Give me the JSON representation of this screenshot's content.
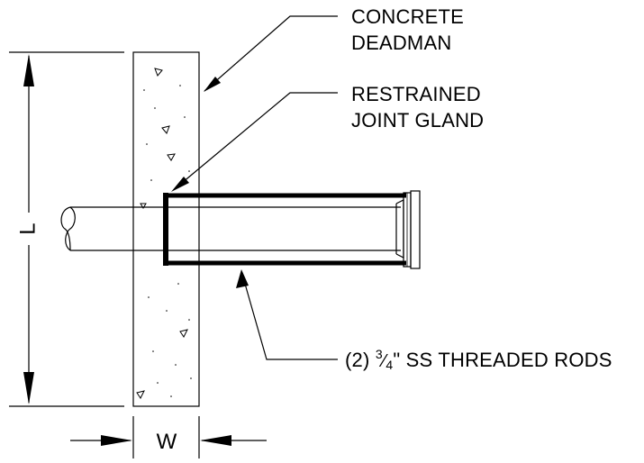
{
  "labels": {
    "deadman_line1": "CONCRETE",
    "deadman_line2": "DEADMAN",
    "gland_line1": "RESTRAINED",
    "gland_line2": "JOINT GLAND",
    "rods_prefix": "(2) ",
    "rods_frac_num": "3",
    "rods_frac_den": "4",
    "rods_suffix": "\" SS THREADED RODS"
  },
  "dimensions": {
    "length": "L",
    "width": "W"
  },
  "colors": {
    "line": "#000000",
    "background": "#ffffff"
  }
}
